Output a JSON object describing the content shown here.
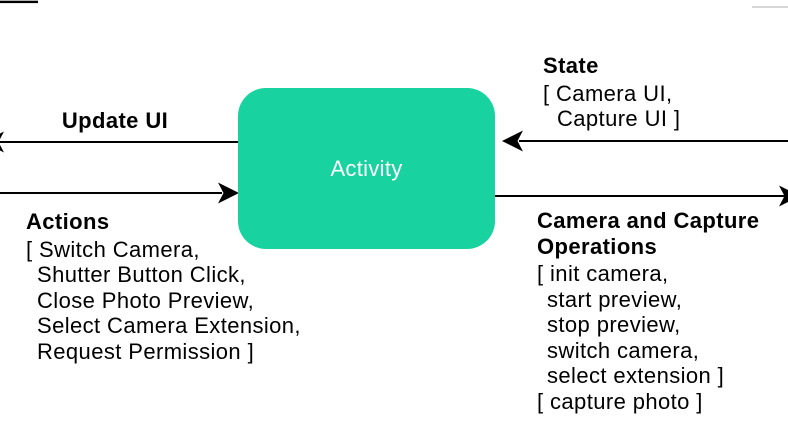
{
  "node": {
    "label": "Activity"
  },
  "colors": {
    "node_fill": "#18D2A0",
    "node_text": "#FFFFFF",
    "line": "#000000",
    "text": "#000000"
  },
  "labels": {
    "update_ui": {
      "title": "Update UI"
    },
    "actions": {
      "title": "Actions",
      "items": [
        "[ Switch Camera,",
        "Shutter Button Click,",
        "Close Photo Preview,",
        "Select Camera Extension,",
        "Request Permission ]"
      ]
    },
    "state": {
      "title": "State",
      "items": [
        "[ Camera UI,",
        "Capture UI ]"
      ]
    },
    "camera_ops": {
      "title_line1": "Camera and Capture",
      "title_line2": "Operations",
      "items": [
        "[ init camera,",
        "start preview,",
        "stop preview,",
        "switch camera,",
        "select extension ]",
        "[ capture photo ]"
      ]
    }
  }
}
